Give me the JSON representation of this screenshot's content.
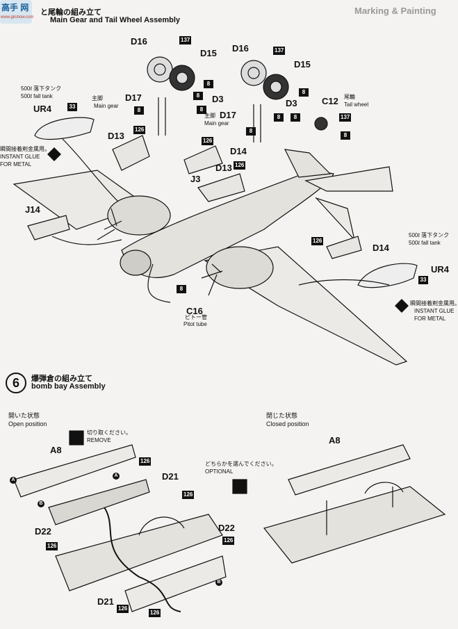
{
  "header": {
    "step5_title_jp": "と尾輪の組み立て",
    "step5_title_en": "Main Gear and Tail Wheel Assembly",
    "right_header_en": "Marking & Painting",
    "watermark_text": "高手 网",
    "watermark_url": "www.gkshow.com"
  },
  "step5": {
    "parts": {
      "d16_a": "D16",
      "d16_b": "D16",
      "d15_a": "D15",
      "d15_b": "D15",
      "d17_a": "D17",
      "d17_b": "D17",
      "d3_a": "D3",
      "d3_b": "D3",
      "c12": "C12",
      "d13_a": "D13",
      "d13_b": "D13",
      "d14_a": "D14",
      "d14_b": "D14",
      "j3": "J3",
      "j14": "J14",
      "ur4_a": "UR4",
      "ur4_b": "UR4",
      "c16": "C16"
    },
    "badges": {
      "b137": "137",
      "b8": "8",
      "b126": "126",
      "b33": "33"
    },
    "notes": {
      "fall_tank_jp": "500ℓ 落下タンク",
      "fall_tank_en": "500ℓ fall tank",
      "main_gear_jp": "主脚",
      "main_gear_en": "Main gear",
      "tail_wheel_jp": "尾輪",
      "tail_wheel_en": "Tail wheel",
      "glue_jp": "瞬間接着剤金属用。",
      "glue_en1": "INSTANT GLUE",
      "glue_en2": "FOR METAL",
      "pitot_jp": "ピトー管",
      "pitot_en": "Pitot tube"
    }
  },
  "step6": {
    "number": "6",
    "title_jp": "爆弾倉の組み立て",
    "title_en": "bomb bay Assembly",
    "open_jp": "開いた状態",
    "open_en": "Open position",
    "closed_jp": "閉じた状態",
    "closed_en": "Closed position",
    "remove_jp": "切り取ください。",
    "remove_en": "REMOVE",
    "optional_jp": "どちらかを選んでください。",
    "optional_en": "OPTIONAL",
    "parts": {
      "a8_open": "A8",
      "a8_closed": "A8",
      "d21_a": "D21",
      "d21_b": "D21",
      "d22_a": "D22",
      "d22_b": "D22"
    },
    "markers": {
      "a": "A",
      "b": "B"
    },
    "badges": {
      "b126": "126"
    }
  }
}
